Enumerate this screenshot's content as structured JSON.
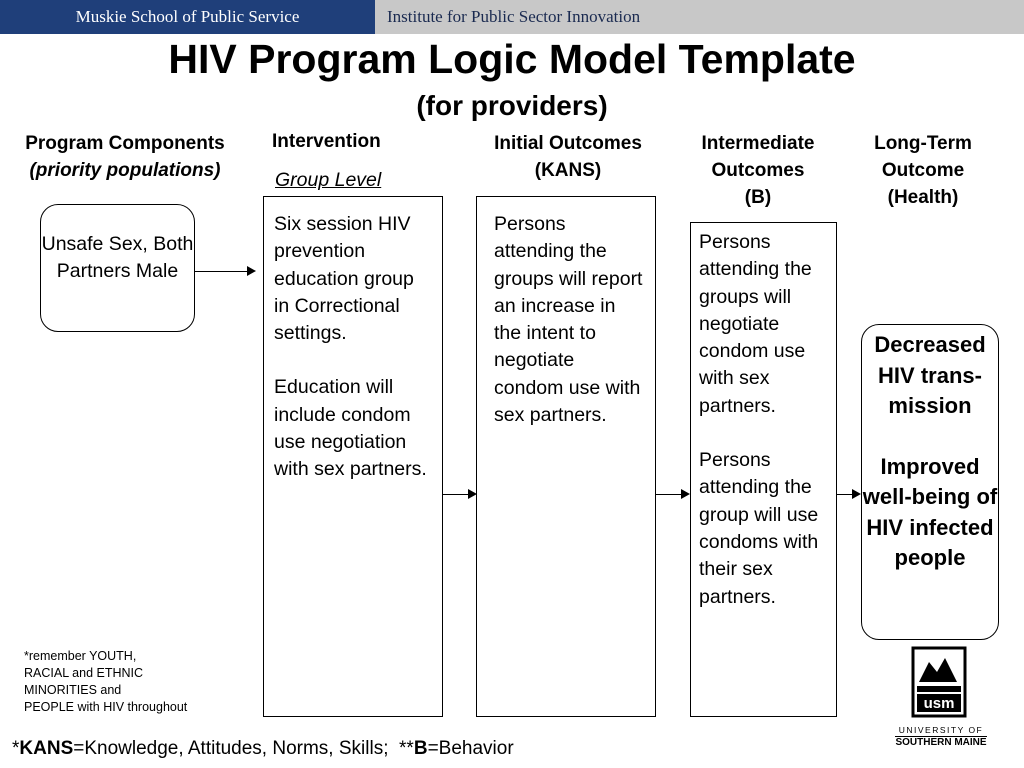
{
  "header": {
    "left_label": "Muskie School of Public Service",
    "right_label": "Institute for Public Sector Innovation"
  },
  "title": "HIV Program Logic Model Template",
  "subtitle": "(for providers)",
  "columns": {
    "program_components": {
      "label": "Program Components",
      "sublabel": "(priority populations)"
    },
    "intervention": {
      "label": "Intervention",
      "sublabel": "Group Level"
    },
    "initial_outcomes": {
      "line1": "Initial Outcomes",
      "line2": "(KANS)"
    },
    "intermediate_outcomes": {
      "line1": "Intermediate",
      "line2": "Outcomes",
      "line3": "(B)"
    },
    "long_term_outcome": {
      "line1": "Long-Term",
      "line2": "Outcome",
      "line3": "(Health)"
    }
  },
  "boxes": {
    "program_component": "Unsafe Sex, Both Partners Male",
    "intervention_p1": "Six session HIV prevention education group in Correctional settings.",
    "intervention_p2": "Education will include condom use negotiation with sex partners.",
    "initial_outcome": "Persons attending the groups will report an increase in the intent to negotiate condom use with sex partners.",
    "intermediate_p1": "Persons attending the groups will negotiate condom use with sex partners.",
    "intermediate_p2": "Persons attending the group will use condoms with their sex partners.",
    "long_term_p1": "Decreased HIV trans- mission",
    "long_term_p2": "Improved well-being of HIV infected people"
  },
  "note": {
    "line1": "*remember YOUTH,",
    "line2": "RACIAL and ETHNIC",
    "line3": "MINORITIES and",
    "line4": "PEOPLE with HIV throughout"
  },
  "footer": {
    "kans_prefix": "*",
    "kans_term": "KANS",
    "kans_def": "=Knowledge, Attitudes, Norms, Skills;  **",
    "b_term": "B",
    "b_def": "=Behavior"
  },
  "logo": {
    "abbr": "usm",
    "line1": "UNIVERSITY OF",
    "line2": "SOUTHERN MAINE"
  }
}
